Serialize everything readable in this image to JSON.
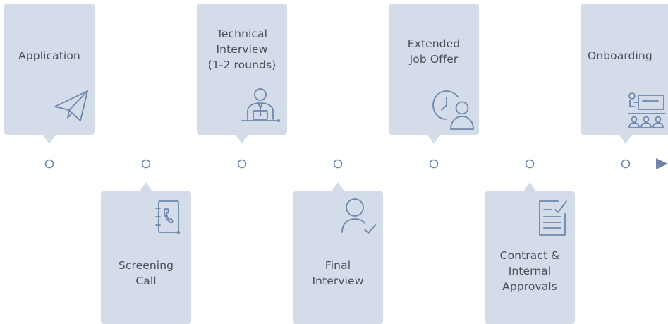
{
  "steps": [
    {
      "id": "application",
      "label": "Application",
      "icon": "paper-plane-icon"
    },
    {
      "id": "screening",
      "label": "Screening\nCall",
      "icon": "phone-book-icon"
    },
    {
      "id": "technical",
      "label": "Technical\nInterview\n(1-2 rounds)",
      "icon": "interviewer-desk-icon"
    },
    {
      "id": "final",
      "label": "Final\nInterview",
      "icon": "user-check-icon"
    },
    {
      "id": "offer",
      "label": "Extended\nJob Offer",
      "icon": "clock-user-icon"
    },
    {
      "id": "contract",
      "label": "Contract &\nInternal\nApprovals",
      "icon": "checklist-icon"
    },
    {
      "id": "onboarding",
      "label": "Onboarding",
      "icon": "presentation-icon"
    }
  ],
  "colors": {
    "card": "#d4dcea",
    "text": "#4a4f5a",
    "icon": "#6e86ad",
    "line_start": "#e3e8f1",
    "line_end": "#6e86ad"
  }
}
